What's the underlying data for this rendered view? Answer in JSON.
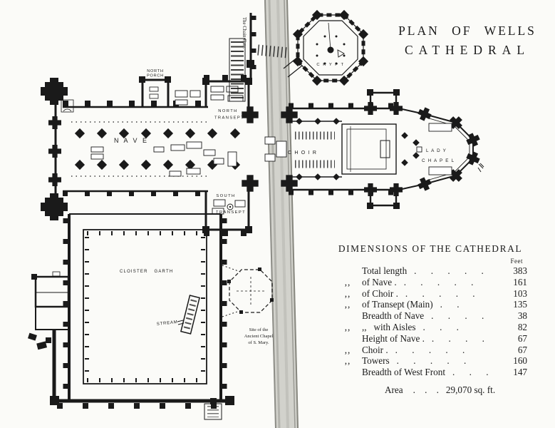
{
  "page": {
    "background": "#fbfbf8",
    "ink": "#1a1a1a",
    "road_gray": "#cfcfc9"
  },
  "title": {
    "line1": "PLAN OF WELLS",
    "line2": "CATHEDRAL"
  },
  "plan": {
    "chain_gate": "The Chain Gate.",
    "north_porch_l1": "NORTH",
    "north_porch_l2": "PORCH",
    "north_transept_l1": "NORTH",
    "north_transept_l2": "TRANSEPT",
    "nave": "N A V E",
    "crypt": "C R Y P T",
    "choir": "C H O I R",
    "lady_chapel_l1": "L A D Y",
    "lady_chapel_l2": "C H A P E L",
    "south_transept_l1": "SOUTH",
    "south_transept_l2": "TRANSEPT",
    "cloister_garth": "CLOISTER GARTH",
    "stream": "STREAM",
    "site_l1": "Site of the",
    "site_l2": "Ancient Chapel",
    "site_l3": "of S. Mary."
  },
  "dimensions": {
    "heading": "DIMENSIONS OF THE CATHEDRAL",
    "unit": "Feet",
    "rows": [
      {
        "prefix": "",
        "label": "Total length",
        "dots": ". . . . . .",
        "value": "383"
      },
      {
        "prefix": ",,",
        "label": "of Nave .",
        "dots": ". . . . .",
        "value": "161"
      },
      {
        "prefix": ",,",
        "label": "of Choir .",
        "dots": ". . . . .",
        "value": "103"
      },
      {
        "prefix": ",,",
        "label": "of Transept (Main)",
        "dots": ". .",
        "value": "135"
      },
      {
        "prefix": "",
        "label": "Breadth of Nave",
        "dots": ". . . . .",
        "value": "38"
      },
      {
        "prefix": ",,",
        "label": ",,   with Aisles",
        "dots": ". . .",
        "value": "82"
      },
      {
        "prefix": "",
        "label": "Height of Nave .",
        "dots": ". . . . .",
        "value": "67"
      },
      {
        "prefix": ",,",
        "label": "Choir .",
        "dots": ". . . . .",
        "value": "67"
      },
      {
        "prefix": ",,",
        "label": "Towers",
        "dots": ". . . . .",
        "value": "160"
      },
      {
        "prefix": "",
        "label": "Breadth of West Front",
        "dots": ". . . .",
        "value": "147"
      }
    ],
    "area": {
      "label": "Area",
      "dots": ". . .",
      "value": "29,070 sq. ft."
    }
  }
}
